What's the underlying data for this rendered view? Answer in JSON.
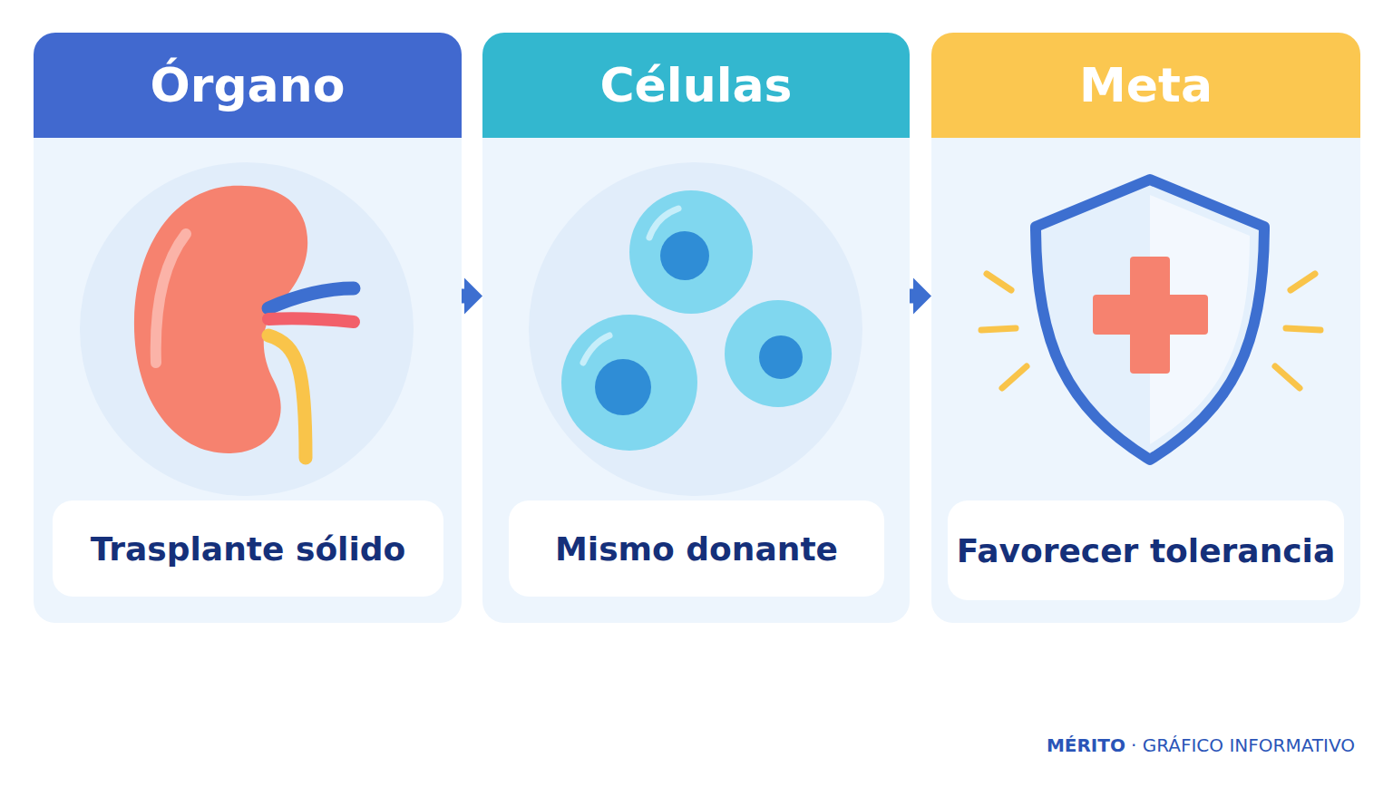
{
  "diagram": {
    "nodes": [
      {
        "text": [
          "Órgano"
        ]
      },
      {
        "text": [
          "Trasplante sólido"
        ],
        "in": 0
      },
      {
        "text": [
          "Células"
        ]
      },
      {
        "text": [
          "Mismo donante"
        ],
        "in": 2
      },
      {
        "text": [
          "Meta"
        ]
      },
      {
        "text": [
          "Favorecer tolerancia"
        ],
        "in": 4
      }
    ],
    "edges": [
      {
        "from": 0,
        "to": 2,
        "arrow": "to"
      },
      {
        "from": 2,
        "to": 4,
        "arrow": "to"
      }
    ],
    "labels": [
      "MÉRITO",
      "· GRÁFICO INFORMATIVO"
    ]
  }
}
